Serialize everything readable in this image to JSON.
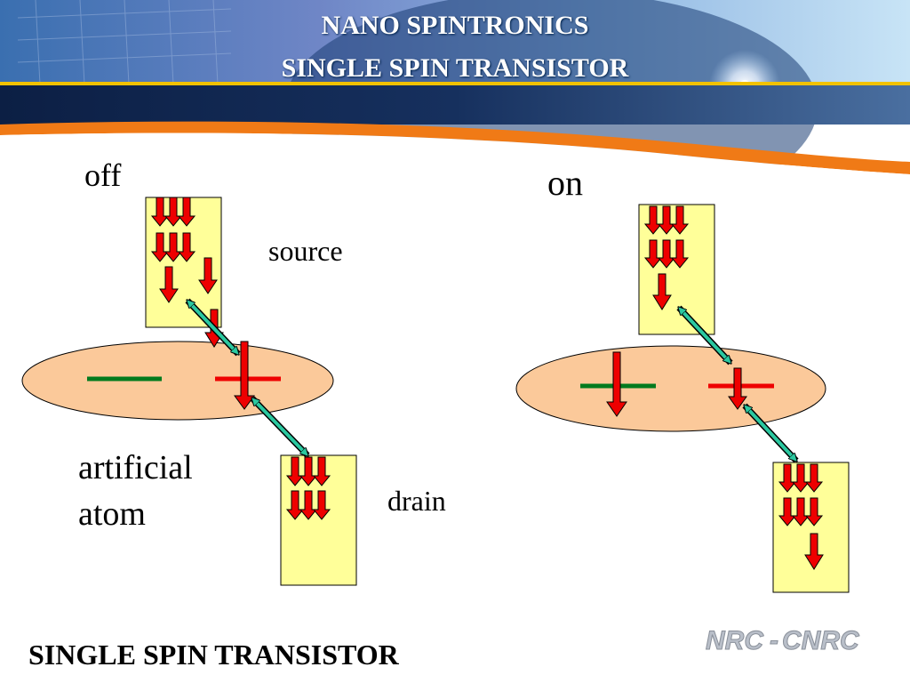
{
  "header": {
    "title_line1": "NANO SPINTRONICS",
    "title_line2": "SINGLE SPIN TRANSISTOR"
  },
  "diagram": {
    "off_label": "off",
    "on_label": "on",
    "source_label": "source",
    "drain_label": "drain",
    "atom_label_line1": "artificial",
    "atom_label_line2": "atom"
  },
  "footer": {
    "title": "SINGLE SPIN TRANSISTOR",
    "logo_text": "NRC-CNRC"
  },
  "colors": {
    "arrow_red": "#ee0000",
    "box_yellow": "#ffff99",
    "atom_fill": "#fbc99a",
    "level_green": "#007a1e",
    "level_red": "#ee0000",
    "double_arrow": "#2bc8a0"
  }
}
